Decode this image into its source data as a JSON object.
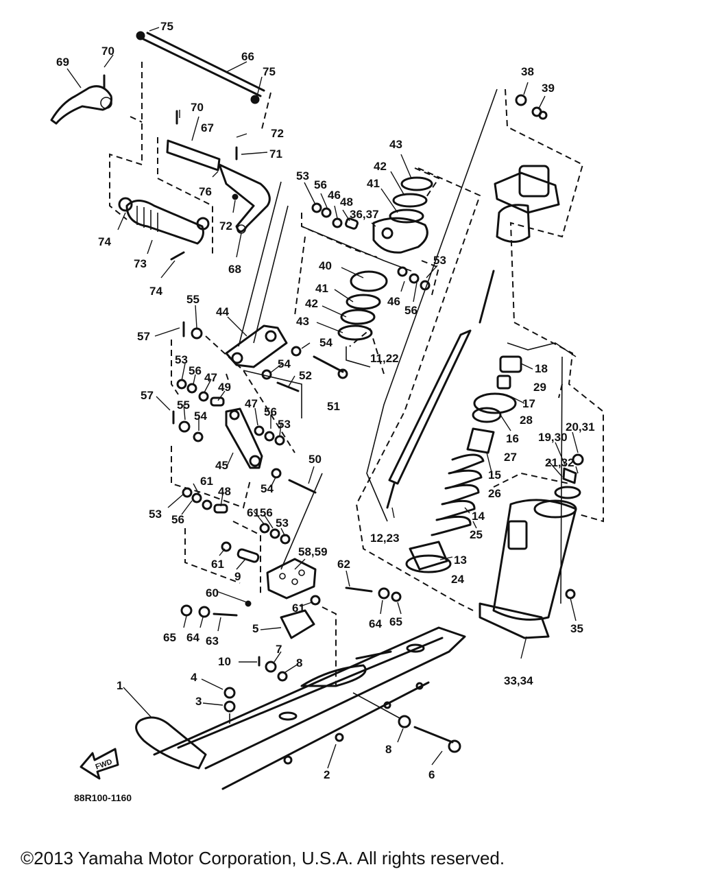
{
  "diagram": {
    "code": "88R100-1160",
    "fwd": "FWD",
    "labels": {
      "l75a": "75",
      "l70a": "70",
      "l69": "69",
      "l66": "66",
      "l75b": "75",
      "l70b": "70",
      "l67": "67",
      "l72a": "72",
      "l71": "71",
      "l76": "76",
      "l72b": "72",
      "l74a": "74",
      "l73": "73",
      "l74b": "74",
      "l68": "68",
      "l38": "38",
      "l39": "39",
      "l43a": "43",
      "l42a": "42",
      "l41a": "41",
      "l53a": "53",
      "l56a": "56",
      "l46a": "46",
      "l48a": "48",
      "l3637": "36,37",
      "l53b": "53",
      "l40": "40",
      "l46b": "46",
      "l56b": "56",
      "l41b": "41",
      "l42b": "42",
      "l43b": "43",
      "l1122": "11,22",
      "l55a": "55",
      "l44": "44",
      "l57a": "57",
      "l54a": "54",
      "l53c": "53",
      "l56c": "56",
      "l47a": "47",
      "l49": "49",
      "l54b": "54",
      "l52": "52",
      "l51": "51",
      "l57b": "57",
      "l55b": "55",
      "l54c": "54",
      "l47b": "47",
      "l56d": "56",
      "l53d": "53",
      "l45": "45",
      "l50": "50",
      "l54d": "54",
      "l53e": "53",
      "l56e": "56",
      "l61a": "61",
      "l48b": "48",
      "l6156": "6156",
      "l53f": "53",
      "l61b": "61",
      "l9": "9",
      "l5859": "58,59",
      "l62": "62",
      "l60": "60",
      "l61c": "61",
      "l64a": "64",
      "l65a": "65",
      "l65b": "65",
      "l64b": "64",
      "l63": "63",
      "l5": "5",
      "l10": "10",
      "l7": "7",
      "l8a": "8",
      "l4": "4",
      "l3": "3",
      "l1": "1",
      "l8b": "8",
      "l6": "6",
      "l2": "2",
      "l1223": "12,23",
      "l18": "18",
      "l29": "29",
      "l17": "17",
      "l28": "28",
      "l16": "16",
      "l27": "27",
      "l2031": "20,31",
      "l1930": "19,30",
      "l2132": "21,32",
      "l15": "15",
      "l26": "26",
      "l14": "14",
      "l25": "25",
      "l13": "13",
      "l24": "24",
      "l35": "35",
      "l3334": "33,34"
    }
  },
  "footer": {
    "copyright": "©2013 Yamaha Motor Corporation, U.S.A. All rights reserved."
  }
}
